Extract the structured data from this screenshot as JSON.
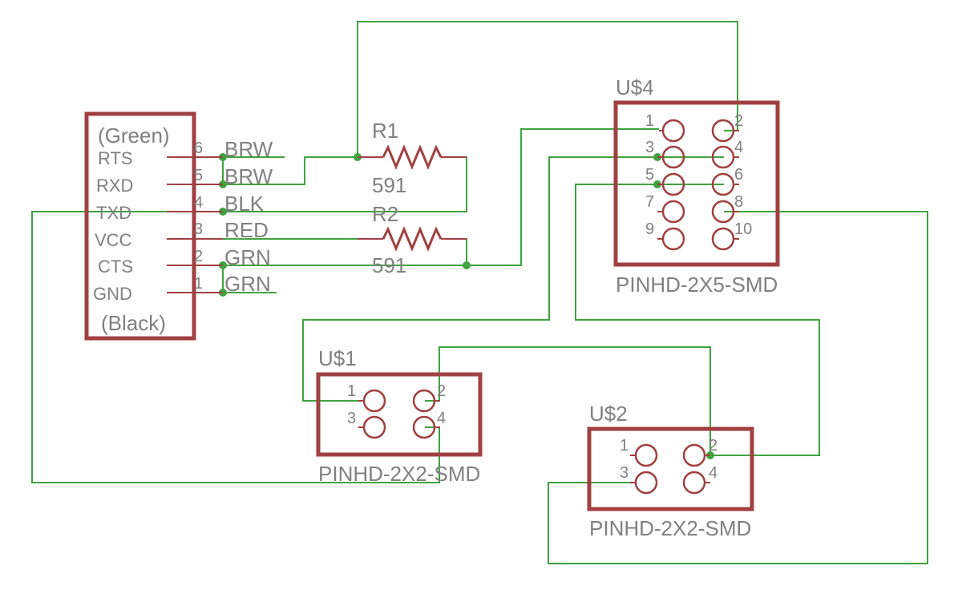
{
  "connector": {
    "top_note": "(Green)",
    "bottom_note": "(Black)",
    "pins": [
      {
        "signal": "RTS",
        "number": "6",
        "wire": "BRW"
      },
      {
        "signal": "RXD",
        "number": "5",
        "wire": "BRW"
      },
      {
        "signal": "TXD",
        "number": "4",
        "wire": "BLK"
      },
      {
        "signal": "VCC",
        "number": "3",
        "wire": "RED"
      },
      {
        "signal": "CTS",
        "number": "2",
        "wire": "GRN"
      },
      {
        "signal": "GND",
        "number": "1",
        "wire": "GRN"
      }
    ]
  },
  "resistors": [
    {
      "name": "R1",
      "value": "591"
    },
    {
      "name": "R2",
      "value": "591"
    }
  ],
  "headers": {
    "u4": {
      "name": "U$4",
      "package": "PINHD-2X5-SMD",
      "pins": [
        "1",
        "2",
        "3",
        "4",
        "5",
        "6",
        "7",
        "8",
        "9",
        "10"
      ]
    },
    "u1": {
      "name": "U$1",
      "package": "PINHD-2X2-SMD",
      "pins": [
        "1",
        "2",
        "3",
        "4"
      ]
    },
    "u2": {
      "name": "U$2",
      "package": "PINHD-2X2-SMD",
      "pins": [
        "1",
        "2",
        "3",
        "4"
      ]
    }
  },
  "colors": {
    "wire": "#3fa33f",
    "component": "#a04040",
    "label": "#808080"
  }
}
